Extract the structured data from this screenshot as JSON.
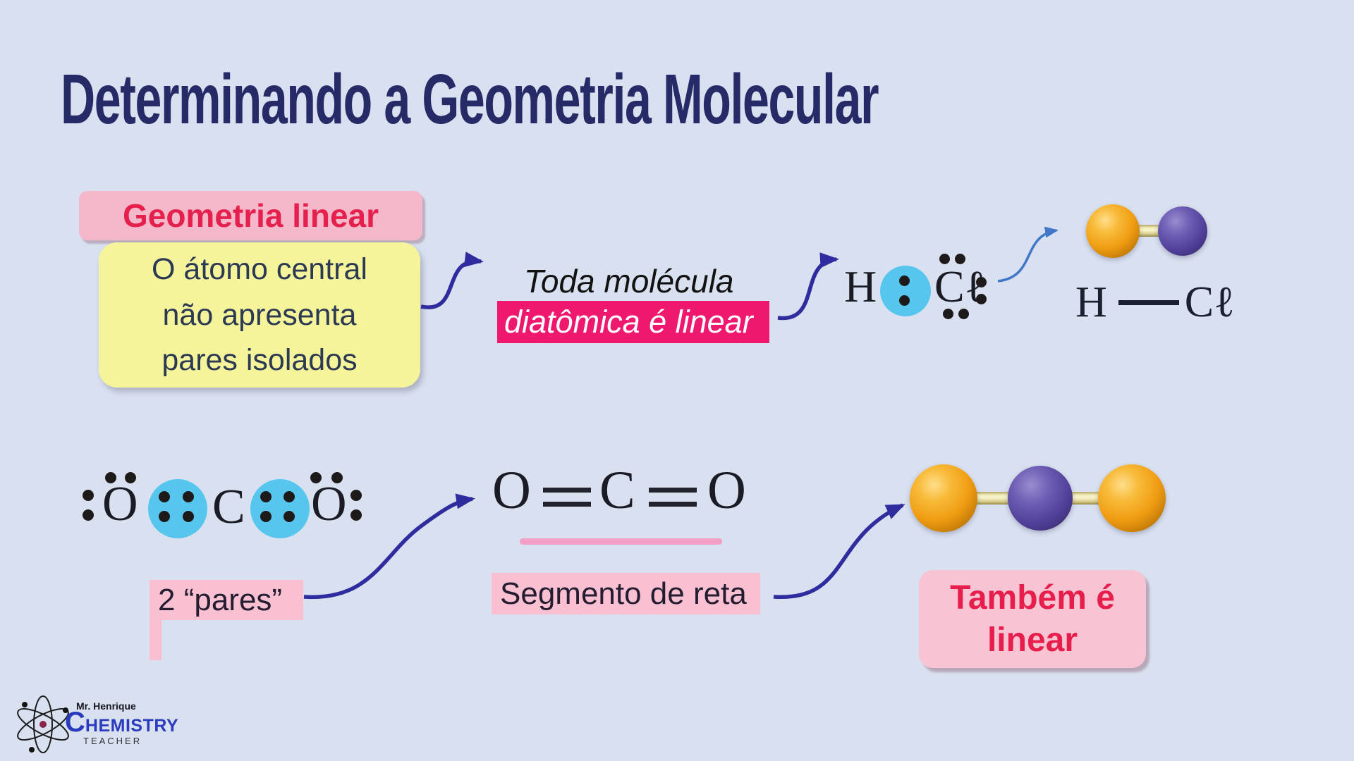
{
  "slide": {
    "title": "Determinando a Geometria Molecular"
  },
  "colors": {
    "background": "#d9e1f0",
    "title": "#262a66",
    "pink_box_bg": "#f5b8cb",
    "pink_box_text": "#e6204d",
    "yellow_box_bg": "#f6f49b",
    "yellow_box_text": "#2b3a52",
    "magenta_highlight": "#f0176e",
    "pink_highlight": "#f9c0d2",
    "navy_arrow": "#2e2c9e",
    "blue_arrow": "#4077c8",
    "lewis_circle_blue": "#57c6ef",
    "sphere_orange": "#f09d12",
    "sphere_purple": "#51409a",
    "bond_yellow": "#f2ecba"
  },
  "linear_rule": {
    "header": "Geometria linear",
    "body_lines": [
      "O átomo central",
      "não apresenta",
      "pares isolados"
    ]
  },
  "diatomic_note": {
    "plain": "Toda molécula",
    "highlighted": "diatômica é linear"
  },
  "hcl": {
    "lewis": {
      "h": "H",
      "cl": "Cℓ"
    },
    "formula": {
      "h": "H",
      "cl": "Cℓ"
    }
  },
  "co2": {
    "lewis": {
      "o_left": "O",
      "c": "C",
      "o_right": "O"
    },
    "pairs_label": "2 “pares”",
    "structural": {
      "o_left": "O",
      "c": "C",
      "o_right": "O"
    },
    "segment_label": "Segmento de reta",
    "conclusion_lines": [
      "Também é",
      "linear"
    ]
  },
  "logo": {
    "name": "Mr. Henrique",
    "brand_initial": "C",
    "brand_rest": "HEMISTRY",
    "subtitle": "TEACHER"
  }
}
